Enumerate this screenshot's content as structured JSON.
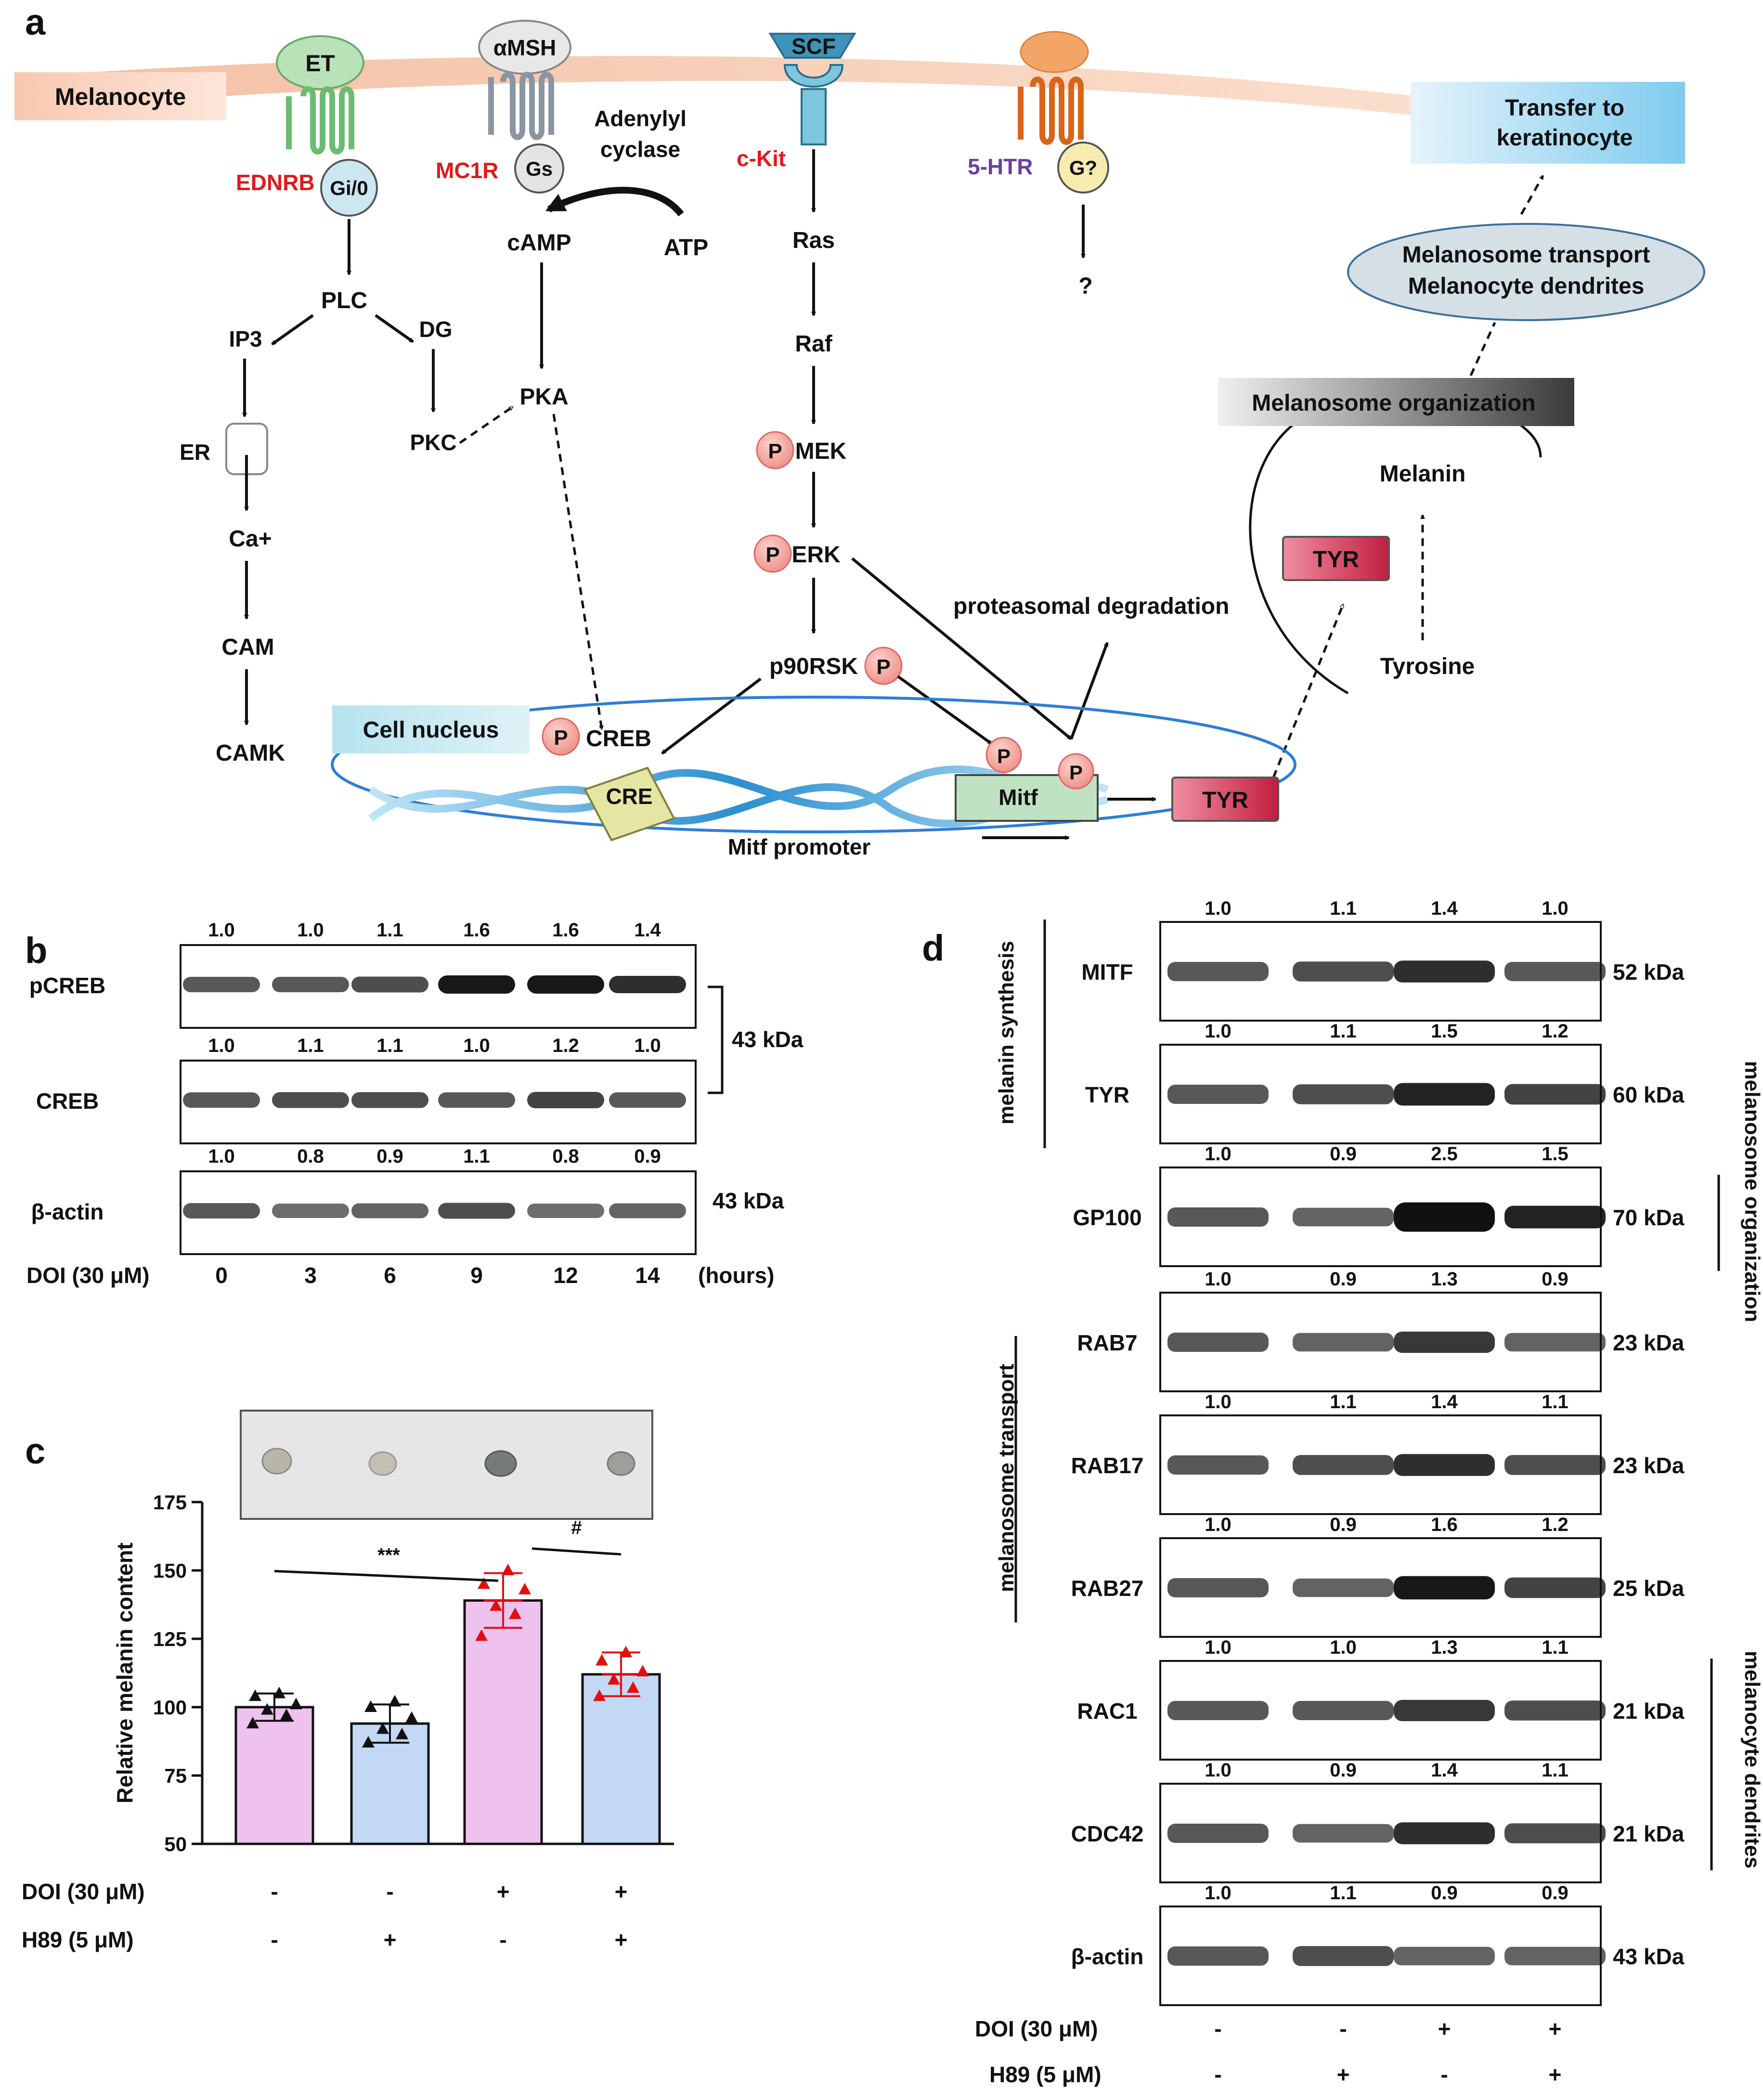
{
  "panel_a": {
    "label": "a",
    "membrane_label": "Melanocyte",
    "ligands": {
      "et": "ET",
      "amsh": "αMSH",
      "scf": "SCF"
    },
    "receptors": {
      "ednrb": "EDNRB",
      "mc1r": "MC1R",
      "ckit": "c-Kit",
      "htr5": "5-HTR"
    },
    "gproteins": {
      "gio": "Gi/0",
      "gs": "Gs",
      "gq": "G?"
    },
    "adenylyl": [
      "Adenylyl",
      "cyclase"
    ],
    "camp": "cAMP",
    "atp": "ATP",
    "pka": "PKA",
    "pkc": "PKC",
    "plc": "PLC",
    "ip3": "IP3",
    "dg": "DG",
    "er": "ER",
    "ca": "Ca+",
    "cam": "CAM",
    "camk": "CAMK",
    "ras": "Ras",
    "raf": "Raf",
    "mek": "MEK",
    "erk": "ERK",
    "p90rsk": "p90RSK",
    "p": "P",
    "question": "?",
    "transfer": [
      "Transfer to",
      "keratinocyte"
    ],
    "transport": [
      "Melanosome transport",
      "Melanocyte dendrites"
    ],
    "organization": "Melanosome organization",
    "melanin": "Melanin",
    "tyr": "TYR",
    "tyrosine": "Tyrosine",
    "proteasomal": "proteasomal  degradation",
    "nucleus": "Cell nucleus",
    "creb": "CREB",
    "cre": "CRE",
    "mitf": "Mitf",
    "mitf_promoter": "Mitf promoter"
  },
  "panel_b": {
    "label": "b",
    "rows": [
      {
        "name": "pCREB",
        "values": [
          "1.0",
          "1.0",
          "1.1",
          "1.6",
          "1.6",
          "1.4"
        ],
        "intensity": [
          1.0,
          1.0,
          1.1,
          1.6,
          1.6,
          1.4
        ]
      },
      {
        "name": "CREB",
        "values": [
          "1.0",
          "1.1",
          "1.1",
          "1.0",
          "1.2",
          "1.0"
        ],
        "intensity": [
          1.0,
          1.1,
          1.1,
          1.0,
          1.2,
          1.0
        ]
      },
      {
        "name": "β-actin",
        "values": [
          "1.0",
          "0.8",
          "0.9",
          "1.1",
          "0.8",
          "0.9"
        ],
        "intensity": [
          1.0,
          0.8,
          0.9,
          1.1,
          0.8,
          0.9
        ]
      }
    ],
    "kda_pair": "43 kDa",
    "kda_actin": "43 kDa",
    "treatment": "DOI (30 μM)",
    "times": [
      "0",
      "3",
      "6",
      "9",
      "12",
      "14"
    ],
    "unit": "(hours)"
  },
  "panel_c": {
    "label": "c",
    "chart_data": {
      "type": "bar",
      "categories": [
        "DOI-/H89-",
        "DOI-/H89+",
        "DOI+/H89-",
        "DOI+/H89+"
      ],
      "values": [
        100,
        94,
        139,
        112
      ],
      "errors": [
        5,
        7,
        10,
        8
      ],
      "points": [
        [
          94,
          97,
          99,
          101,
          104,
          105
        ],
        [
          87,
          90,
          92,
          96,
          100,
          102
        ],
        [
          126,
          134,
          137,
          143,
          145,
          150
        ],
        [
          104,
          107,
          110,
          113,
          117,
          120
        ]
      ],
      "bar_colors": [
        "#efc2ee",
        "#c2d8f5",
        "#efc2ee",
        "#c2d8f5"
      ],
      "marker_colors": [
        "#111111",
        "#111111",
        "#e01010",
        "#e01010"
      ],
      "ylabel": "Relative melanin content",
      "ylim": [
        50,
        175
      ],
      "yticks": [
        "50",
        "75",
        "100",
        "125",
        "150",
        "175"
      ],
      "sig": [
        {
          "from": 0,
          "to": 2,
          "label": "***"
        },
        {
          "from": 2,
          "to": 3,
          "label": "#"
        }
      ]
    },
    "doi_label": "DOI (30 μM)",
    "h89_label": "H89 (5 μM)",
    "doi_signs": [
      "-",
      "-",
      "+",
      "+"
    ],
    "h89_signs": [
      "-",
      "+",
      "-",
      "+"
    ]
  },
  "panel_d": {
    "label": "d",
    "rows": [
      {
        "name": "MITF",
        "kda": "52 kDa",
        "values": [
          "1.0",
          "1.1",
          "1.4",
          "1.0"
        ],
        "intensity": [
          1.0,
          1.1,
          1.4,
          1.0
        ]
      },
      {
        "name": "TYR",
        "kda": "60 kDa",
        "values": [
          "1.0",
          "1.1",
          "1.5",
          "1.2"
        ],
        "intensity": [
          1.0,
          1.1,
          1.5,
          1.2
        ]
      },
      {
        "name": "GP100",
        "kda": "70 kDa",
        "values": [
          "1.0",
          "0.9",
          "2.5",
          "1.5"
        ],
        "intensity": [
          1.0,
          0.9,
          2.5,
          1.5
        ]
      },
      {
        "name": "RAB7",
        "kda": "23 kDa",
        "values": [
          "1.0",
          "0.9",
          "1.3",
          "0.9"
        ],
        "intensity": [
          1.0,
          0.9,
          1.3,
          0.9
        ]
      },
      {
        "name": "RAB17",
        "kda": "23 kDa",
        "values": [
          "1.0",
          "1.1",
          "1.4",
          "1.1"
        ],
        "intensity": [
          1.0,
          1.1,
          1.4,
          1.1
        ]
      },
      {
        "name": "RAB27",
        "kda": "25 kDa",
        "values": [
          "1.0",
          "0.9",
          "1.6",
          "1.2"
        ],
        "intensity": [
          1.0,
          0.9,
          1.6,
          1.2
        ]
      },
      {
        "name": "RAC1",
        "kda": "21 kDa",
        "values": [
          "1.0",
          "1.0",
          "1.3",
          "1.1"
        ],
        "intensity": [
          1.0,
          1.0,
          1.3,
          1.1
        ]
      },
      {
        "name": "CDC42",
        "kda": "21 kDa",
        "values": [
          "1.0",
          "0.9",
          "1.4",
          "1.1"
        ],
        "intensity": [
          1.0,
          0.9,
          1.4,
          1.1
        ]
      },
      {
        "name": "β-actin",
        "kda": "43 kDa",
        "values": [
          "1.0",
          "1.1",
          "0.9",
          "0.9"
        ],
        "intensity": [
          1.0,
          1.1,
          0.9,
          0.9
        ]
      }
    ],
    "group_melanin": "melanin synthesis",
    "group_transport": "melanosome transport",
    "group_organization": "melanosome organization",
    "group_dendrites": "melanocyte dendrites",
    "doi_label": "DOI (30 μM)",
    "h89_label": "H89 (5 μM)",
    "doi_signs": [
      "-",
      "-",
      "+",
      "+"
    ],
    "h89_signs": [
      "-",
      "+",
      "-",
      "+"
    ]
  }
}
